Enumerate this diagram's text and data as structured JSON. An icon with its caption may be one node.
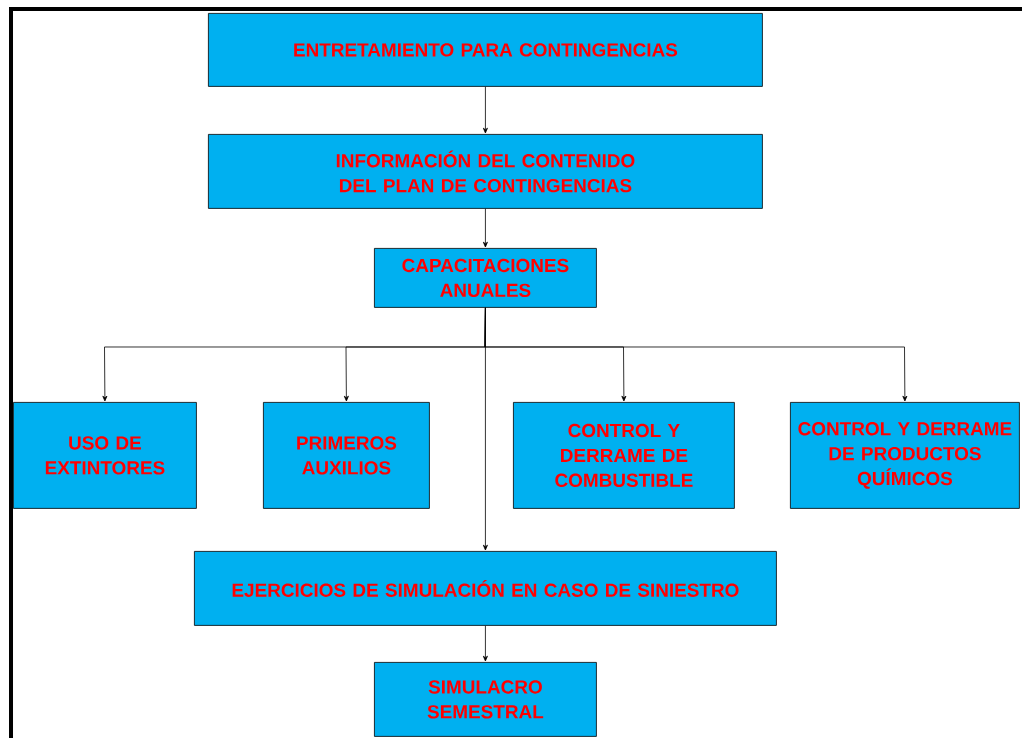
{
  "diagram": {
    "nodes": [
      {
        "text": [
          "ENTRETAMIENTO PARA CONTINGENCIAS"
        ]
      },
      {
        "text": [
          "INFORMACIÓN DEL CONTENIDO DEL PLAN DE CONTINGENCIAS"
        ]
      },
      {
        "text": [
          "CAPACITACIONES ANUALES"
        ]
      },
      {
        "text": [
          "USO DE EXTINTORES"
        ]
      },
      {
        "text": [
          "PRIMEROS AUXILIOS"
        ]
      },
      {
        "text": [
          "CONTROL Y DERRAME DE COMBUSTIBLE"
        ]
      },
      {
        "text": [
          "CONTROL Y DERRAME DE PRODUCTOS QUÍMICOS"
        ]
      },
      {
        "text": [
          "EJERCICIOS DE SIMULACIÓN EN CASO DE SINIESTRO"
        ]
      },
      {
        "text": [
          "SIMULACRO SEMESTRAL"
        ]
      }
    ],
    "edges": [
      {
        "from": 0,
        "to": 1,
        "arrow": "to"
      },
      {
        "from": 1,
        "to": 2,
        "arrow": "to"
      },
      {
        "from": 2,
        "to": 3,
        "arrow": "to"
      },
      {
        "from": 2,
        "to": 4,
        "arrow": "to"
      },
      {
        "from": 2,
        "to": 5,
        "arrow": "to"
      },
      {
        "from": 2,
        "to": 6,
        "arrow": "to"
      },
      {
        "from": 2,
        "to": 7,
        "arrow": "to"
      },
      {
        "from": 7,
        "to": 8,
        "arrow": "to"
      }
    ]
  }
}
